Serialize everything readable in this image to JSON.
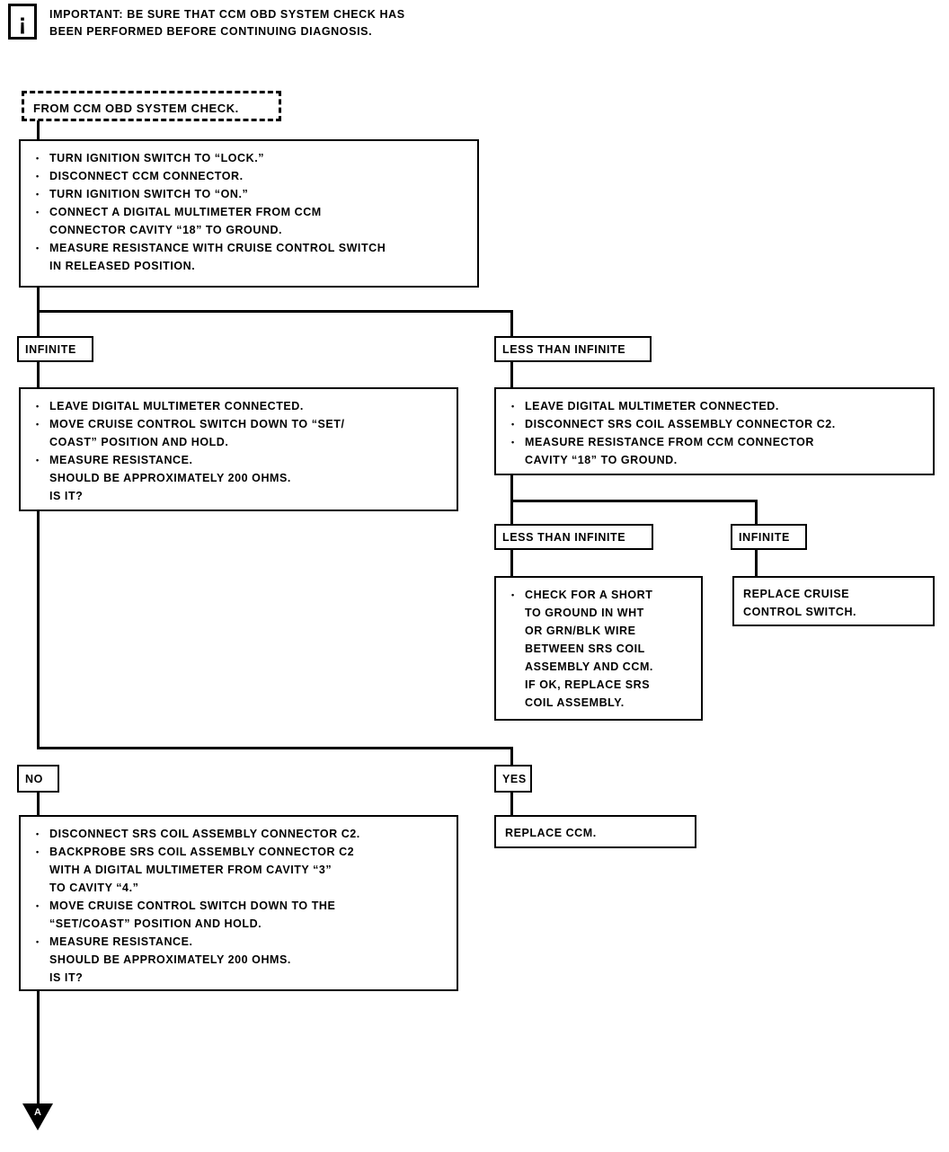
{
  "note": {
    "icon_name": "warning-exclamation-icon",
    "icon_glyph": "¡",
    "text": "IMPORTANT: BE SURE THAT CCM OBD SYSTEM CHECK HAS\nBEEN PERFORMED BEFORE CONTINUING DIAGNOSIS."
  },
  "entry": {
    "label": "FROM CCM OBD SYSTEM CHECK."
  },
  "step1": {
    "lines": [
      "TURN IGNITION SWITCH TO “LOCK.”",
      "DISCONNECT CCM CONNECTOR.",
      "TURN IGNITION SWITCH TO “ON.”",
      "CONNECT A DIGITAL MULTIMETER FROM CCM\nCONNECTOR CAVITY “18” TO GROUND.",
      "MEASURE RESISTANCE WITH CRUISE CONTROL SWITCH\nIN RELEASED POSITION."
    ]
  },
  "branch1": {
    "left_label": "INFINITE",
    "right_label": "LESS THAN INFINITE"
  },
  "step_left": {
    "lines": [
      "LEAVE DIGITAL MULTIMETER CONNECTED.",
      "MOVE CRUISE CONTROL SWITCH DOWN TO “SET/\nCOAST” POSITION AND HOLD.",
      "MEASURE RESISTANCE.\nSHOULD BE APPROXIMATELY 200 OHMS.\nIS IT?"
    ]
  },
  "step_right": {
    "lines": [
      "LEAVE DIGITAL MULTIMETER CONNECTED.",
      "DISCONNECT SRS COIL ASSEMBLY CONNECTOR C2.",
      "MEASURE RESISTANCE FROM CCM CONNECTOR\nCAVITY “18” TO GROUND."
    ]
  },
  "branch2": {
    "left_label": "LESS THAN INFINITE",
    "right_label": "INFINITE"
  },
  "action_short": {
    "lines": [
      "CHECK FOR A SHORT\nTO GROUND IN WHT\nOR GRN/BLK WIRE\nBETWEEN SRS COIL\nASSEMBLY AND CCM.\nIF OK, REPLACE SRS\nCOIL ASSEMBLY."
    ]
  },
  "action_replace_switch": {
    "text": "REPLACE CRUISE\nCONTROL SWITCH."
  },
  "branch3": {
    "left_label": "NO",
    "right_label": "YES"
  },
  "step_bottom": {
    "lines": [
      "DISCONNECT SRS COIL ASSEMBLY CONNECTOR C2.",
      "BACKPROBE SRS COIL ASSEMBLY CONNECTOR C2\nWITH A DIGITAL MULTIMETER FROM CAVITY “3”\nTO CAVITY “4.”",
      "MOVE CRUISE CONTROL SWITCH DOWN TO THE\n“SET/COAST” POSITION AND HOLD.",
      "MEASURE RESISTANCE.\nSHOULD BE APPROXIMATELY 200 OHMS.\nIS IT?"
    ]
  },
  "action_replace_ccm": {
    "text": "REPLACE CCM."
  },
  "connector_out": {
    "letter": "A"
  },
  "colors": {
    "ink": "#000000",
    "paper": "#ffffff"
  }
}
